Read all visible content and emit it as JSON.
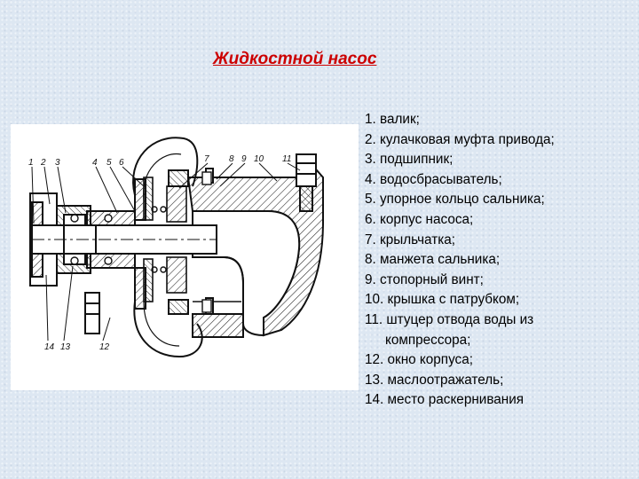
{
  "title": "Жидкостной насос",
  "legend": [
    {
      "text": "1. валик;"
    },
    {
      "text": "2. кулачковая муфта привода;"
    },
    {
      "text": "3. подшипник;"
    },
    {
      "text": "4. водосбрасыватель;"
    },
    {
      "text": "5. упорное кольцо сальника;"
    },
    {
      "text": "6. корпус насоса;"
    },
    {
      "text": "7. крыльчатка;"
    },
    {
      "text": "8. манжета сальника;"
    },
    {
      "text": "9. стопорный винт;"
    },
    {
      "text": "10. крышка с патрубком;"
    },
    {
      "text": "11. штуцер отвода воды из",
      "cont": "компрессора;"
    },
    {
      "text": "12. окно корпуса;"
    },
    {
      "text": "13. маслоотражатель;"
    },
    {
      "text": "14. место раскернивания"
    }
  ],
  "callouts": {
    "top": [
      "1",
      "2",
      "3",
      "4",
      "5",
      "6",
      "7",
      "8",
      "9",
      "10",
      "11"
    ],
    "bottom": [
      "14",
      "13",
      "12"
    ]
  }
}
